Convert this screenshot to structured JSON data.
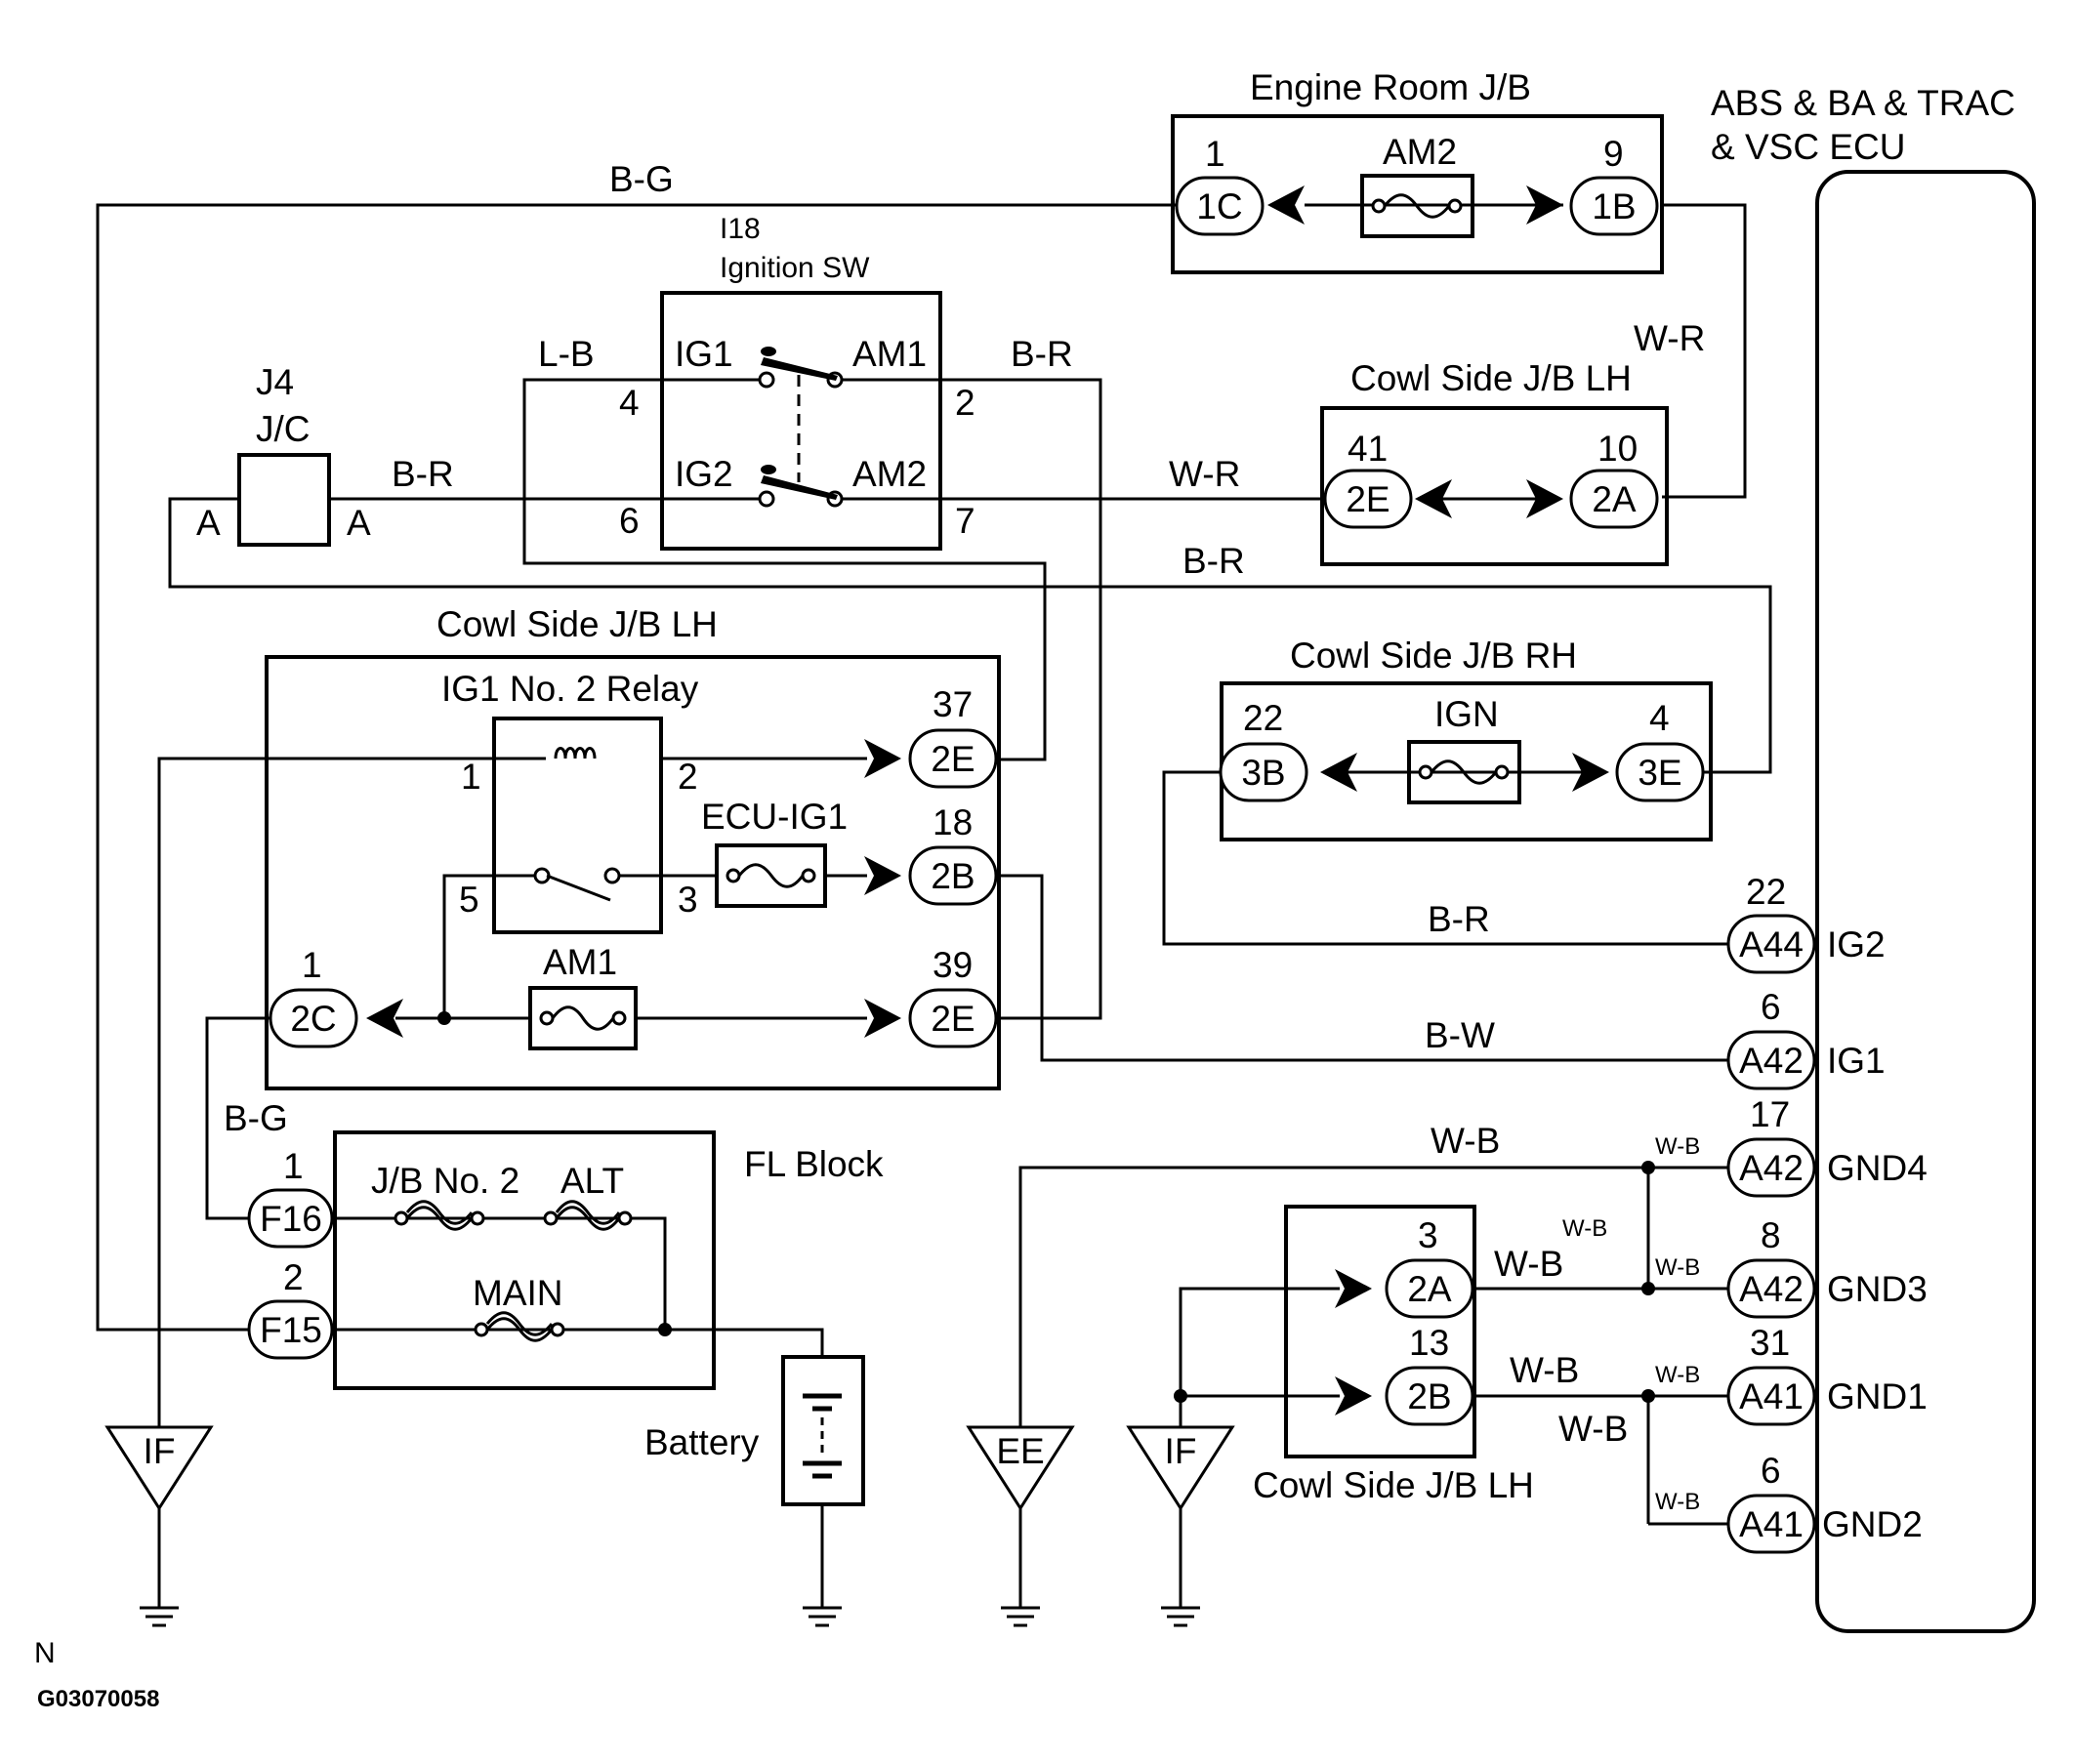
{
  "labels": {
    "engine_room_jb": "Engine Room J/B",
    "ecu_line1": "ABS & BA & TRAC",
    "ecu_line2": "& VSC ECU",
    "ign_sw_id": "I18",
    "ign_sw_name": "Ignition SW",
    "j4": "J4",
    "jc": "J/C",
    "cowl_lh_top": "Cowl Side J/B LH",
    "cowl_lh_mid": "Cowl Side J/B LH",
    "cowl_rh": "Cowl Side J/B RH",
    "ig1_relay": "IG1 No. 2 Relay",
    "fl_block": "FL Block",
    "cowl_lh_bottom": "Cowl Side J/B LH",
    "battery": "Battery",
    "footer_n": "N",
    "footer_code": "G03070058"
  },
  "fuses": {
    "am2": "AM2",
    "ign": "IGN",
    "ecu_ig1": "ECU-IG1",
    "am1": "AM1",
    "jb_no2": "J/B No. 2",
    "alt": "ALT",
    "main": "MAIN"
  },
  "switch_terms": {
    "ig1": "IG1",
    "am1": "AM1",
    "ig2": "IG2",
    "am2": "AM2"
  },
  "wires": {
    "bg_top": "B-G",
    "lb": "L-B",
    "br_sw": "B-R",
    "br_jc": "B-R",
    "wr_ecu": "W-R",
    "wr_sw": "W-R",
    "br_cross": "B-R",
    "br_ig2": "B-R",
    "bw_ig1": "B-W",
    "bg_left": "B-G",
    "wb_gnd4": "W-B",
    "wb_gnd3": "W-B",
    "wb_gnd1": "W-B",
    "wb_gnd2": "W-B",
    "wb_s_gnd4": "W-B",
    "wb_s_gnd3": "W-B",
    "wb_s_gnd1": "W-B",
    "wb_s_gnd2": "W-B",
    "wb_s_mid": "W-B"
  },
  "pins": {
    "er_1": "1",
    "er_9": "9",
    "sw_4": "4",
    "sw_2": "2",
    "sw_6": "6",
    "sw_7": "7",
    "jc_a_left": "A",
    "jc_a_right": "A",
    "cl_41": "41",
    "cl_10": "10",
    "cr_22": "22",
    "cr_4": "4",
    "rl_37": "37",
    "rl_18": "18",
    "rl_39": "39",
    "rl_1": "1",
    "coil_1": "1",
    "coil_2": "2",
    "sw_5": "5",
    "sw_3": "3",
    "fl_1": "1",
    "fl_2": "2",
    "ecu_22": "22",
    "ecu_6": "6",
    "ecu_17": "17",
    "ecu_8": "8",
    "ecu_31": "31",
    "ecu_6b": "6",
    "cb_3": "3",
    "cb_13": "13"
  },
  "connectors": {
    "c1c": "1C",
    "c1b": "1B",
    "c2e_41": "2E",
    "c2a_10": "2A",
    "c3b": "3B",
    "c3e": "3E",
    "c2e_37": "2E",
    "c2b_18": "2B",
    "c2e_39": "2E",
    "c2c": "2C",
    "cf16": "F16",
    "cf15": "F15",
    "ca44": "A44",
    "ca42_ig1": "A42",
    "ca42_gnd4": "A42",
    "ca42_gnd3": "A42",
    "ca41_gnd1": "A41",
    "ca41_gnd2": "A41",
    "c2a_3": "2A",
    "c2b_13": "2B"
  },
  "ecu_terminals": {
    "ig2": "IG2",
    "ig1": "IG1",
    "gnd4": "GND4",
    "gnd3": "GND3",
    "gnd1": "GND1",
    "gnd2": "GND2"
  },
  "grounds": {
    "if_left": "IF",
    "ee": "EE",
    "if_right": "IF"
  }
}
